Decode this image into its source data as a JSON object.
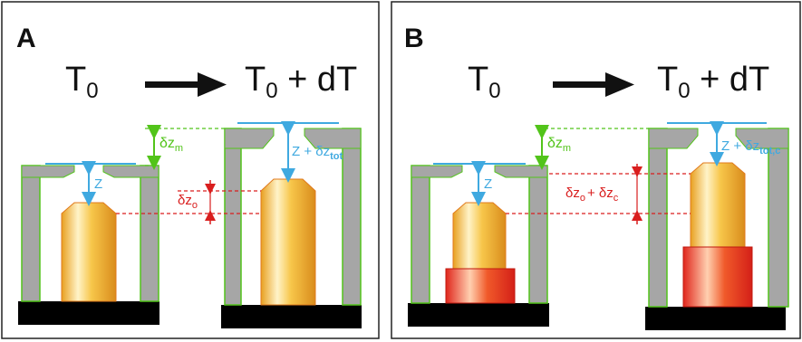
{
  "panels": [
    {
      "letter": "A",
      "t0": "T",
      "t0_sub": "0",
      "t1": "T",
      "t1_sub": "0",
      "t1_rest": " + dT",
      "dzm": "δz",
      "dzm_sub": "m",
      "z_left": "Z",
      "z_right": "Z + δz",
      "z_right_sub": "tot",
      "red_label": "δz",
      "red_label_sub": "o",
      "red_label_2": "",
      "red_label_2_sub": ""
    },
    {
      "letter": "B",
      "t0": "T",
      "t0_sub": "0",
      "t1": "T",
      "t1_sub": "0",
      "t1_rest": " + dT",
      "dzm": "δz",
      "dzm_sub": "m",
      "z_left": "Z",
      "z_right": "Z + δz",
      "z_right_sub": "tot,c",
      "red_label": "δz",
      "red_label_sub": "o",
      "red_label_2": "+ δz",
      "red_label_2_sub": "c"
    }
  ],
  "colors": {
    "green": "#52c41a",
    "blue": "#3fa9e0",
    "red": "#d91e1e",
    "gray": "#a6a6a6",
    "gold_edge": "#e07a1c"
  }
}
